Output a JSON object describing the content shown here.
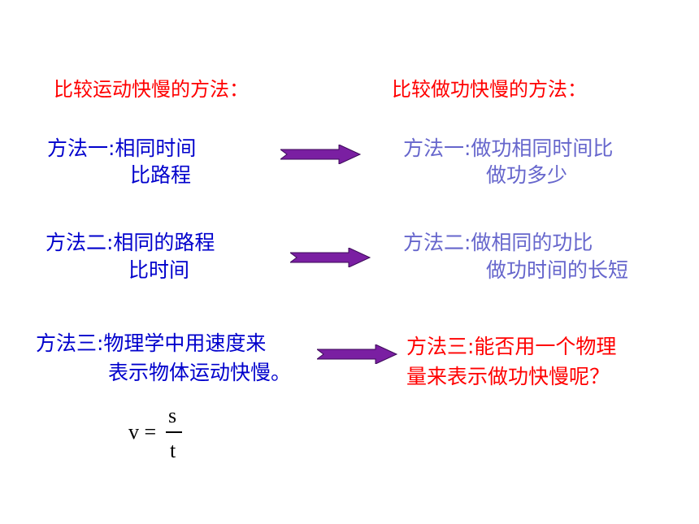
{
  "left": {
    "heading": "比较运动快慢的方法：",
    "method1_line1": "方法一:相同时间",
    "method1_line2": "比路程",
    "method2_line1": "方法二:相同的路程",
    "method2_line2": "比时间",
    "method3_line1": "方法三:物理学中用速度来",
    "method3_line2": "表示物体运动快慢。"
  },
  "right": {
    "heading": "比较做功快慢的方法：",
    "method1_line1": "方法一:做功相同时间比",
    "method1_line2": "做功多少",
    "method2_line1": "方法二:做相同的功比",
    "method2_line2": "做功时间的长短",
    "method3_line1": "方法三:能否用一个物理",
    "method3_line2": "量来表示做功快慢呢？"
  },
  "formula": {
    "lhs": "v =",
    "numerator": "s",
    "denominator": "t"
  },
  "colors": {
    "heading": "#ff0000",
    "left_text": "#0000cc",
    "right_text_faded": "#6666cc",
    "right_text_highlight": "#ff0000",
    "arrow_fill": "#7a1fa2"
  },
  "icons": [
    "right-arrow-icon",
    "right-arrow-icon",
    "right-arrow-icon"
  ]
}
